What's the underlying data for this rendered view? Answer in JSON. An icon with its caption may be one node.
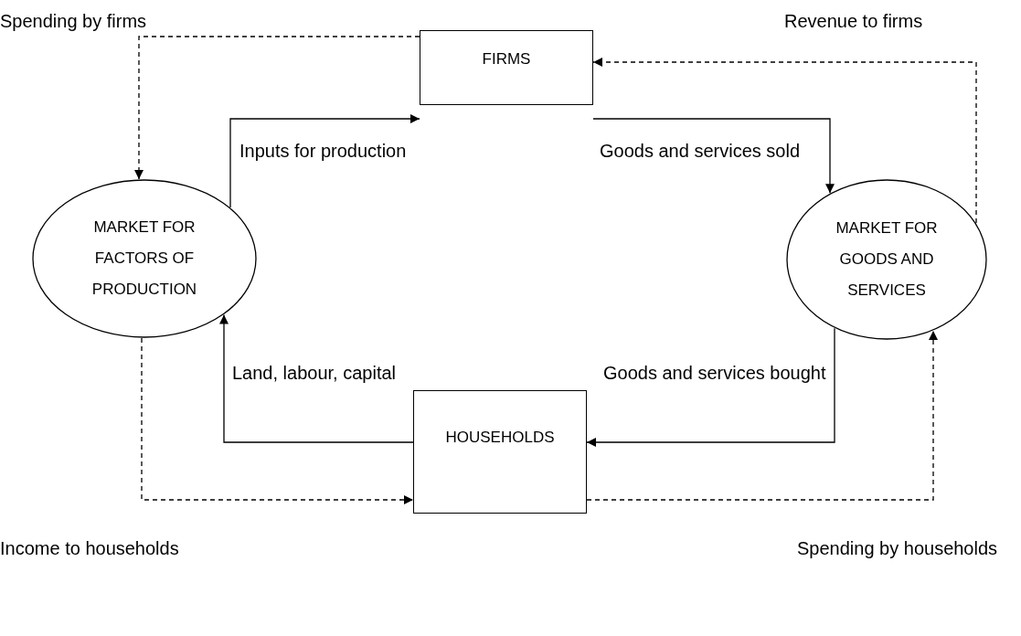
{
  "diagram": {
    "nodes": [
      {
        "text": [
          "FIRMS"
        ]
      },
      {
        "text": [
          "MARKET FOR FACTORS OF PRODUCTION"
        ]
      },
      {
        "text": [
          "MARKET FOR GOODS AND SERVICES"
        ]
      },
      {
        "text": [
          "HOUSEHOLDS"
        ]
      }
    ],
    "edges": [
      {
        "from": 1,
        "to": 0,
        "arrow": "to",
        "label": "Inputs for production"
      },
      {
        "from": 0,
        "to": 2,
        "arrow": "to",
        "label": "Goods and services sold"
      },
      {
        "from": 2,
        "to": 3,
        "arrow": "to",
        "label": "Goods and services bought"
      },
      {
        "from": 3,
        "to": 1,
        "arrow": "to",
        "label": "Land, labour, capital"
      },
      {
        "from": 0,
        "to": 1,
        "arrow": "to",
        "style": "dashed",
        "label": "Spending by firms"
      },
      {
        "from": 2,
        "to": 0,
        "arrow": "to",
        "style": "dashed",
        "label": "Revenue to firms"
      },
      {
        "from": 1,
        "to": 3,
        "arrow": "to",
        "style": "dashed",
        "label": "Income to households"
      },
      {
        "from": 3,
        "to": 2,
        "arrow": "to",
        "style": "dashed",
        "label": "Spending by households"
      }
    ]
  }
}
